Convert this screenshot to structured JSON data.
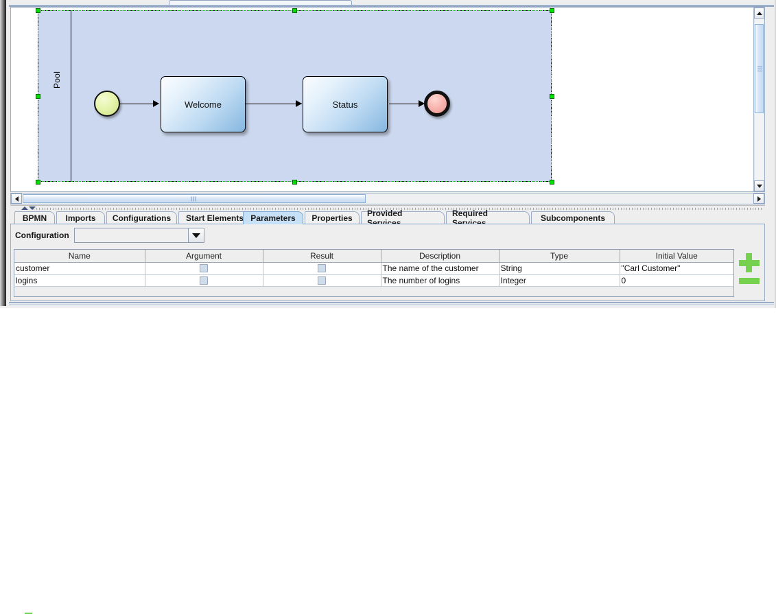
{
  "canvas": {
    "pool_label": "Pool",
    "nodes": [
      {
        "id": "start",
        "kind": "start-event",
        "label": ""
      },
      {
        "id": "welcome",
        "kind": "task",
        "label": "Welcome"
      },
      {
        "id": "status",
        "kind": "task",
        "label": "Status"
      },
      {
        "id": "end",
        "kind": "end-event",
        "label": ""
      }
    ],
    "scrollbars": {
      "vertical_up": "▲",
      "vertical_down": "▼",
      "horizontal_left": "◀",
      "horizontal_right": "▶"
    }
  },
  "tabs": [
    {
      "label": "BPMN",
      "active": false
    },
    {
      "label": "Imports",
      "active": false
    },
    {
      "label": "Configurations",
      "active": false
    },
    {
      "label": "Start Elements",
      "active": false
    },
    {
      "label": "Parameters",
      "active": true
    },
    {
      "label": "Properties",
      "active": false
    },
    {
      "label": "Provided Services",
      "active": false
    },
    {
      "label": "Required Services",
      "active": false
    },
    {
      "label": "Subcomponents",
      "active": false
    }
  ],
  "parameters_pane": {
    "configuration_label": "Configuration",
    "configuration_value": "",
    "add_button_label": "+",
    "remove_button_label": "−",
    "columns": [
      "Name",
      "Argument",
      "Result",
      "Description",
      "Type",
      "Initial Value"
    ],
    "rows": [
      {
        "name": "customer",
        "argument": false,
        "result": false,
        "description": "The name of the customer",
        "type": "String",
        "initial_value": "\"Carl Customer\""
      },
      {
        "name": "logins",
        "argument": false,
        "result": false,
        "description": "The number of logins",
        "type": "Integer",
        "initial_value": "0"
      }
    ]
  },
  "colors": {
    "accent_green": "#76d14f",
    "selection_green": "#00e000",
    "pool_fill": "#ccd8ef",
    "tab_active": "#c5e0f7",
    "task_blue": "#86b7e0",
    "start_event": "#e6f5ad",
    "end_event": "#f7b0aa"
  }
}
